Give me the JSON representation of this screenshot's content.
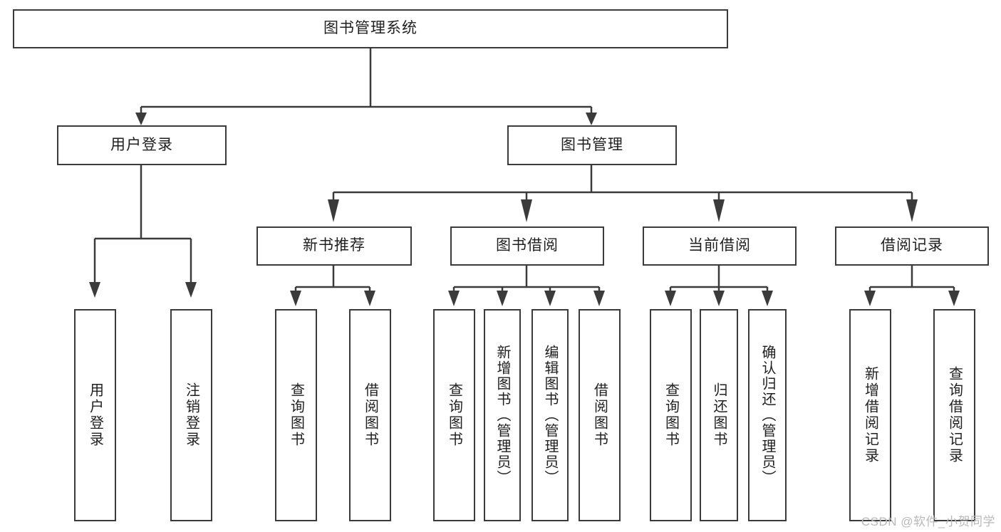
{
  "diagram": {
    "type": "tree",
    "title": "图书管理系统",
    "watermark": "CSDN @软件_小贺同学",
    "root": {
      "label": "图书管理系统"
    },
    "level2": [
      {
        "label": "用户登录"
      },
      {
        "label": "图书管理"
      }
    ],
    "level3": [
      {
        "label": "新书推荐"
      },
      {
        "label": "图书借阅"
      },
      {
        "label": "当前借阅"
      },
      {
        "label": "借阅记录"
      }
    ],
    "leaves": {
      "user_login": [
        {
          "label": "用户登录"
        },
        {
          "label": "注销登录"
        }
      ],
      "new_book": [
        {
          "label": "查询图书"
        },
        {
          "label": "借阅图书"
        }
      ],
      "book_borrow": [
        {
          "label": "查询图书"
        },
        {
          "label": "新增图书（管理员）"
        },
        {
          "label": "编辑图书（管理员）"
        },
        {
          "label": "借阅图书"
        }
      ],
      "current_borrow": [
        {
          "label": "查询图书"
        },
        {
          "label": "归还图书"
        },
        {
          "label": "确认归还（管理员）"
        }
      ],
      "borrow_record": [
        {
          "label": "新增借阅记录"
        },
        {
          "label": "查询借阅记录"
        }
      ]
    },
    "colors": {
      "stroke": "#3b3b3b",
      "fill": "#ffffff",
      "text": "#1f1f1f",
      "watermark": "#b9b9b9"
    }
  }
}
